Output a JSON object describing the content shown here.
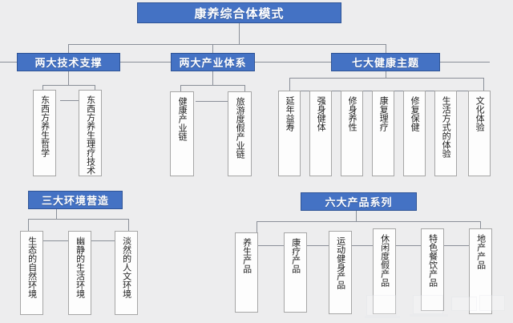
{
  "diagram": {
    "title": "康养综合体模式",
    "background_color": "#ededee",
    "accent_color": "#4472c4",
    "accent_border_color": "#2f5496",
    "leaf_fill_color": "#fdfdfd",
    "leaf_border_color": "#a6a6a6",
    "connector_color": "#8a8f98",
    "branches": [
      {
        "id": "tech",
        "header": "两大技术支撑",
        "children": [
          {
            "label": "东西方养生哲学"
          },
          {
            "label": "东西方养生理疗技术"
          }
        ]
      },
      {
        "id": "industry",
        "header": "两大产业体系",
        "children": [
          {
            "label": "健康产业链"
          },
          {
            "label": "旅游度假产业链"
          }
        ]
      },
      {
        "id": "themes",
        "header": "七大健康主题",
        "children": [
          {
            "label": "延年益寿"
          },
          {
            "label": "强身健体"
          },
          {
            "label": "修身养性"
          },
          {
            "label": "康复理疗"
          },
          {
            "label": "修复保健"
          },
          {
            "label": "生活方式的体验"
          },
          {
            "label": "文化体验"
          }
        ]
      },
      {
        "id": "environment",
        "header": "三大环境营造",
        "children": [
          {
            "label": "生态的自然环境"
          },
          {
            "label": "幽静的生活环境"
          },
          {
            "label": "淡然的人文环境"
          }
        ]
      },
      {
        "id": "products",
        "header": "六大产品系列",
        "children": [
          {
            "label": "养生产品"
          },
          {
            "label": "康疗产品"
          },
          {
            "label": "运动健身产品"
          },
          {
            "label": "休闲度假产品"
          },
          {
            "label": "特色餐饮产品"
          },
          {
            "label": "地产产品"
          }
        ]
      }
    ]
  }
}
